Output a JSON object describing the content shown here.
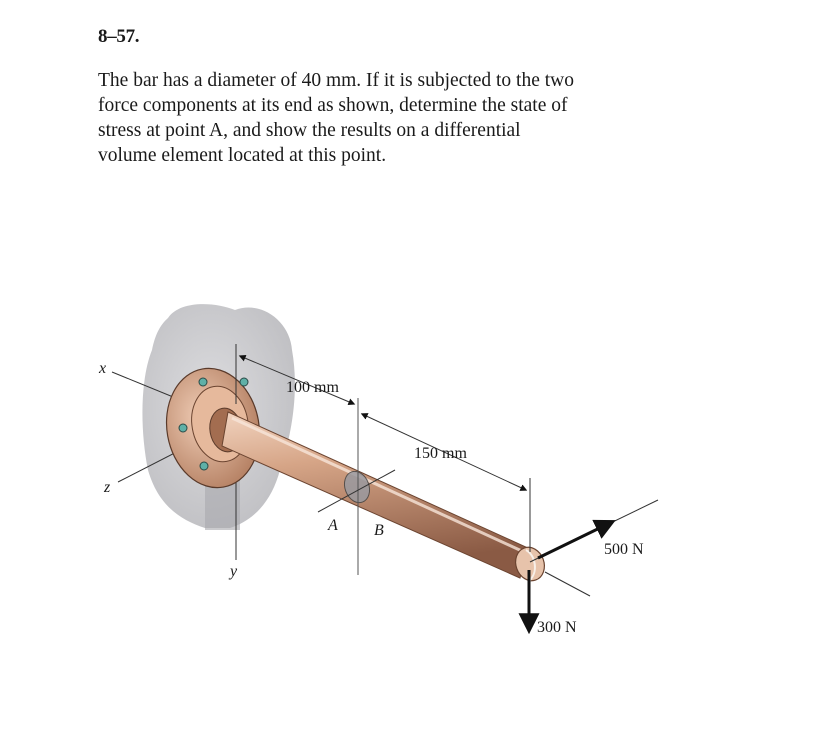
{
  "problem": {
    "number": "8–57.",
    "lines": [
      "The bar has a diameter of 40 mm. If it is subjected to the two",
      "force components at its end as shown, determine the state of",
      "stress at point A, and show the results on a differential",
      "volume element located at this point."
    ]
  },
  "figure": {
    "axis_x": "x",
    "axis_y": "y",
    "axis_z": "z",
    "dim_1": "100 mm",
    "dim_2": "150 mm",
    "point_a": "A",
    "point_b": "B",
    "force_1": "500 N",
    "force_2": "300 N",
    "colors": {
      "wall": "#c9c9cc",
      "bar": "#c99a7c",
      "bar_dark": "#8a5a44",
      "flange": "#d8a88a",
      "arrow": "#111111"
    }
  }
}
